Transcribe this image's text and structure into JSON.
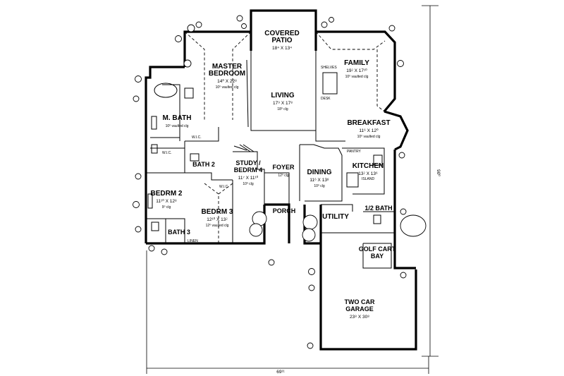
{
  "rooms": [
    {
      "id": "covered-patio",
      "name": [
        "COVERED",
        "PATIO"
      ],
      "dims": "18⁴ X 13⁴",
      "note": ""
    },
    {
      "id": "master-bedroom",
      "name": [
        "MASTER",
        "BEDROOM"
      ],
      "dims": "14⁰ X 22⁸",
      "note": "10⁰ vaulted clg"
    },
    {
      "id": "living",
      "name": [
        "LIVING"
      ],
      "dims": "17⁹ X 17⁸",
      "note": "18⁰ clg"
    },
    {
      "id": "family",
      "name": [
        "FAMILY"
      ],
      "dims": "19⁲ X 17¹⁰",
      "note": "10⁰ vaulted clg"
    },
    {
      "id": "m-bath",
      "name": [
        "M. BATH"
      ],
      "dims": "",
      "note": "10⁰ vaulted clg"
    },
    {
      "id": "breakfast",
      "name": [
        "BREAKFAST"
      ],
      "dims": "11⁶ X 12⁰",
      "note": "10⁰ vaulted clg"
    },
    {
      "id": "kitchen",
      "name": [
        "KITCHEN"
      ],
      "dims": "13⁲ X 13⁶",
      "note": ""
    },
    {
      "id": "dining",
      "name": [
        "DINING"
      ],
      "dims": "11⁶ X 13⁸",
      "note": "10⁰ clg"
    },
    {
      "id": "foyer",
      "name": [
        "FOYER"
      ],
      "dims": "",
      "note": "12⁰ clg"
    },
    {
      "id": "study",
      "name": [
        "STUDY /",
        "BEDRM 4"
      ],
      "dims": "11⁷ X 11¹⁰",
      "note": "10⁰ clg"
    },
    {
      "id": "bath-2",
      "name": [
        "BATH 2"
      ],
      "dims": "",
      "note": ""
    },
    {
      "id": "bedrm-2",
      "name": [
        "BEDRM 2"
      ],
      "dims": "11¹⁰ X 12⁸",
      "note": "9⁰ clg"
    },
    {
      "id": "bedrm-3",
      "name": [
        "BEDRM 3"
      ],
      "dims": "12¹⁰ X 13⁲",
      "note": "12⁰ vaulted clg"
    },
    {
      "id": "bath-3",
      "name": [
        "BATH 3"
      ],
      "dims": "",
      "note": ""
    },
    {
      "id": "porch",
      "name": [
        "PORCH"
      ],
      "dims": "",
      "note": ""
    },
    {
      "id": "utility",
      "name": [
        "UTILITY"
      ],
      "dims": "",
      "note": ""
    },
    {
      "id": "half-bath",
      "name": [
        "1/2 BATH"
      ],
      "dims": "",
      "note": ""
    },
    {
      "id": "golf-cart-bay",
      "name": [
        "GOLF CART",
        "BAY"
      ],
      "dims": "",
      "note": ""
    },
    {
      "id": "garage",
      "name": [
        "TWO CAR",
        "GARAGE"
      ],
      "dims": "23⁸ X 30⁸",
      "note": ""
    }
  ],
  "small_labels": {
    "shelves": "SHELVES",
    "desk": "DESK",
    "pantry": "PANTRY",
    "island": "ISLAND",
    "wic_master": "W.I.C.",
    "wic_bath": "W.I.C.",
    "wic_bedrm3": "W.I.C.",
    "linen": "LINEN"
  },
  "overall_dims": {
    "width": "69¹¹",
    "depth": "90⁰"
  }
}
